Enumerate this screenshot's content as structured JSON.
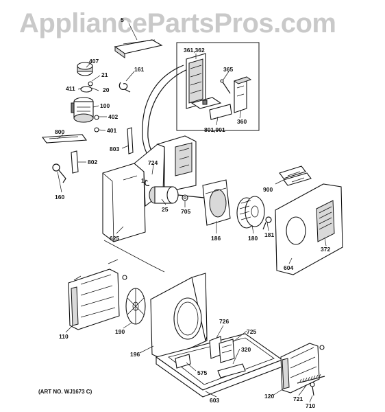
{
  "watermark": "AppliancePartsPros.com",
  "art_number": "(ART NO. WJ1673 C)",
  "callouts": {
    "p5": "5",
    "p407": "407",
    "p21": "21",
    "p411": "411",
    "p20": "20",
    "p161": "161",
    "p100": "100",
    "p402": "402",
    "p401": "401",
    "p800": "800",
    "p803": "803",
    "p802": "802",
    "p160": "160",
    "p361": "361,362",
    "p365": "365",
    "p360": "360",
    "p801": "801,901",
    "p724": "724",
    "p1": "1",
    "p25": "25",
    "p705": "705",
    "p625": "625",
    "p186": "186",
    "p180": "180",
    "p181": "181",
    "p900": "900",
    "p372": "372",
    "p604": "604",
    "p110": "110",
    "p190": "190",
    "p196": "196",
    "p726": "726",
    "p725": "725",
    "p320": "320",
    "p575": "575",
    "p603": "603",
    "p120": "120",
    "p721": "721",
    "p710": "710"
  }
}
